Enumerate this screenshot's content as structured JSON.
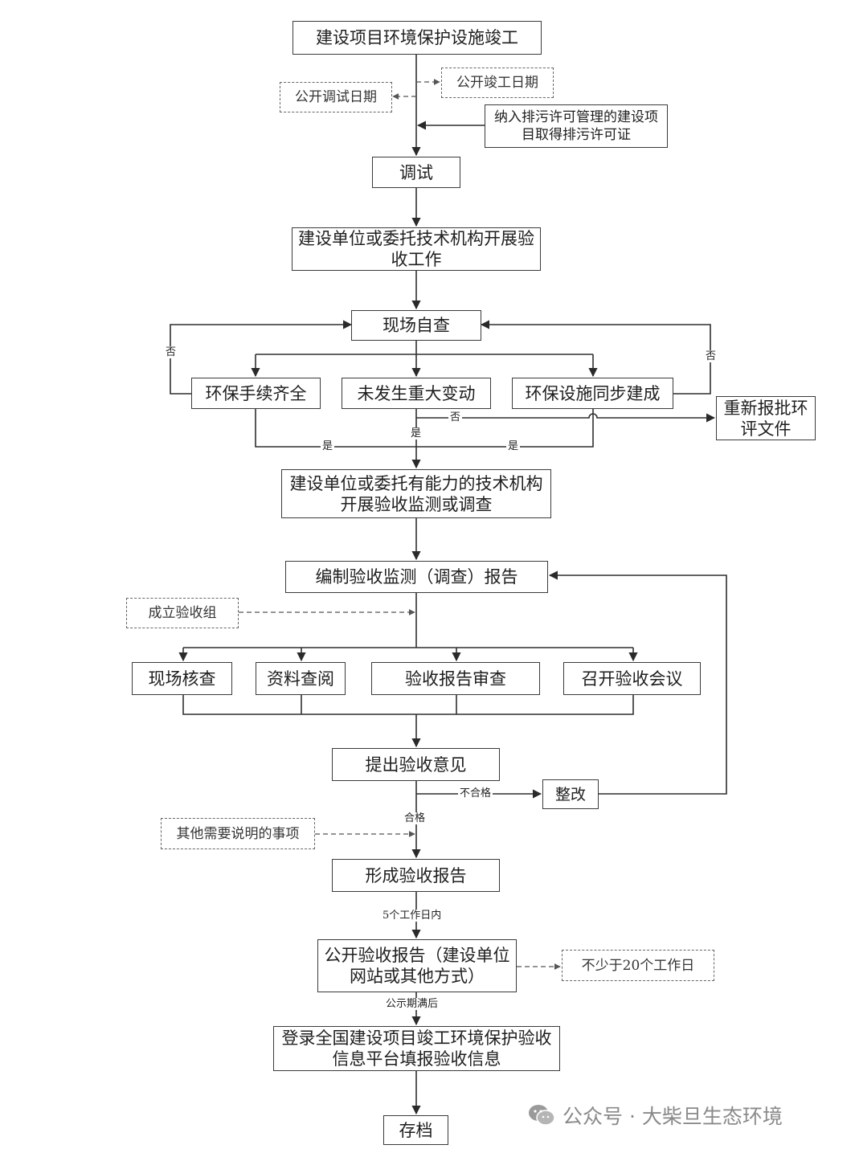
{
  "nodes": {
    "start": "建设项目环境保护设施竣工",
    "publish_completion_date": "公开竣工日期",
    "publish_debug_date": "公开调试日期",
    "permit": "纳入排污许可管理的建设项目取得排污许可证",
    "debug": "调试",
    "carry_out_acceptance": "建设单位或委托技术机构开展验收工作",
    "self_check": "现场自查",
    "procedures_complete": "环保手续齐全",
    "no_major_change": "未发生重大变动",
    "facilities_built": "环保设施同步建成",
    "resubmit_eia": "重新报批环评文件",
    "monitoring": "建设单位或委托有能力的技术机构开展验收监测或调查",
    "compile_report": "编制验收监测（调查）报告",
    "acceptance_group": "成立验收组",
    "site_inspection": "现场核查",
    "document_review": "资料查阅",
    "report_review": "验收报告审查",
    "convene_meeting": "召开验收会议",
    "opinions": "提出验收意见",
    "rectify": "整改",
    "other_matters": "其他需要说明的事项",
    "form_report": "形成验收报告",
    "publish_report": "公开验收报告（建设单位网站或其他方式）",
    "min_days": "不少于20个工作日",
    "register": "登录全国建设项目竣工环境保护验收信息平台填报验收信息",
    "archive": "存档"
  },
  "labels": {
    "no_left": "否",
    "no_right": "否",
    "no_change": "否",
    "yes_left": "是",
    "yes_center": "是",
    "yes_right": "是",
    "unqualified": "不合格",
    "qualified": "合格",
    "within_5_days": "5个工作日内",
    "after_notice": "公示期满后"
  },
  "watermark": {
    "icon": "wechat-icon",
    "text": "公众号 · 大柴旦生态环境"
  }
}
